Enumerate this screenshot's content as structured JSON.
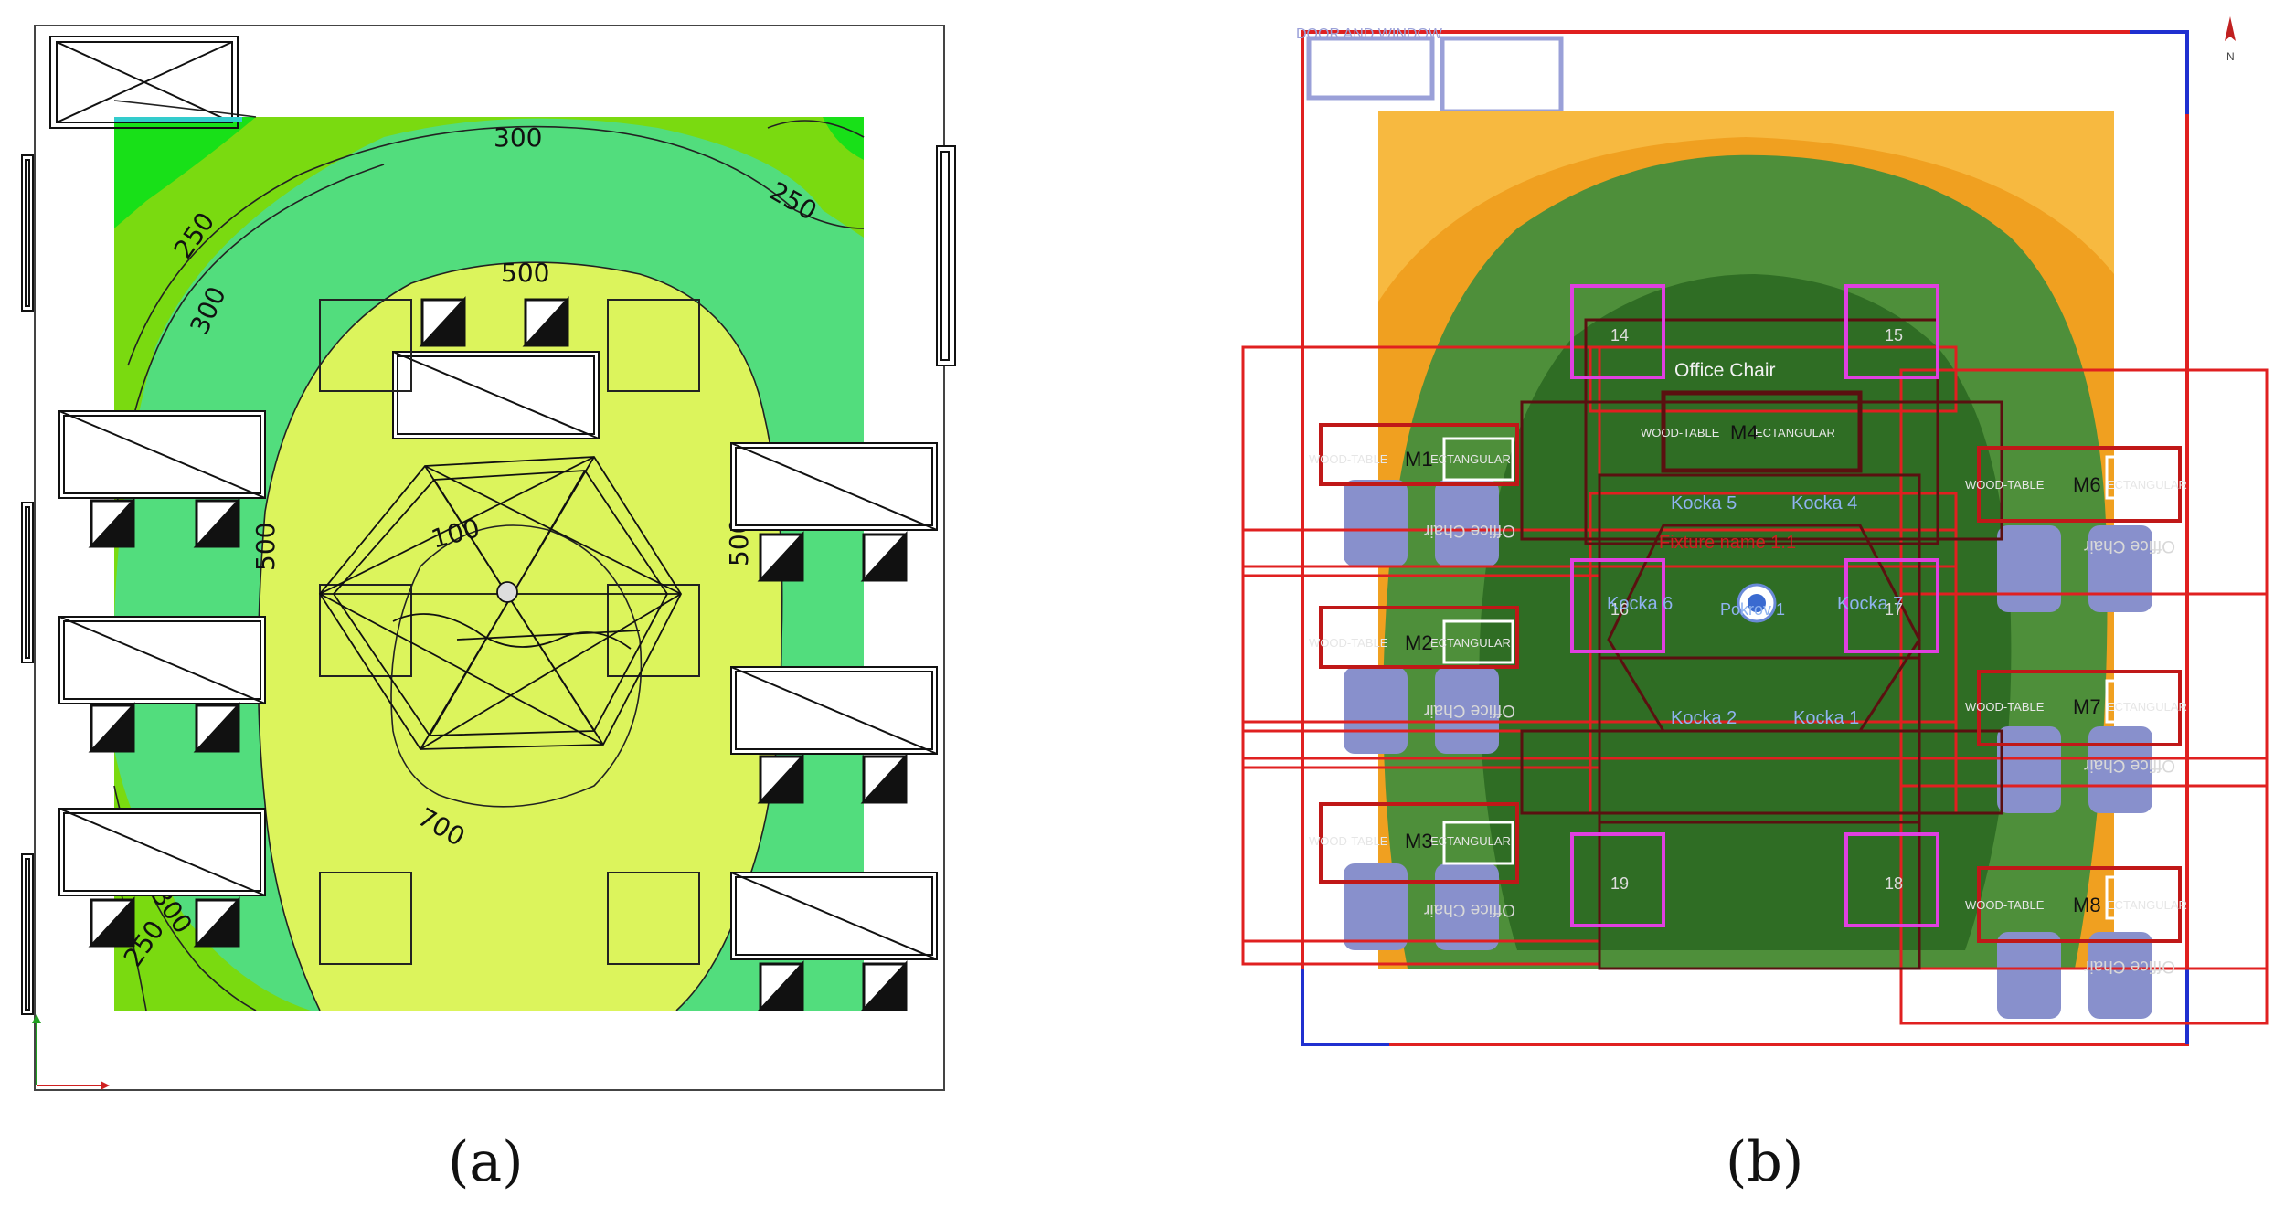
{
  "panel_a": {
    "caption": "(a)",
    "isolines": [
      "300",
      "250",
      "250",
      "300",
      "500",
      "500",
      "100",
      "700",
      "500",
      "300",
      "250"
    ]
  },
  "panel_b": {
    "caption": "(b)",
    "table_labels": [
      "M1",
      "M2",
      "M3",
      "M4",
      "M6",
      "M7",
      "M8"
    ],
    "wood_table_text": "WOOD-TABLE",
    "rectangular_text": "ECTANGULAR",
    "office_chair_text": "Office Chair",
    "chair_mirror_text": "Office Chair",
    "sensor_numbers": [
      "14",
      "15",
      "16",
      "17",
      "18",
      "19"
    ],
    "kocka_labels": [
      "Kocka 5",
      "Kocka 4",
      "Kocka 6",
      "Kocka 7",
      "Kocka 2",
      "Kocka 1"
    ],
    "fixture_label": "Pokrov 1",
    "red_label": "Fixture name 1.1",
    "north_label": "N",
    "top_label": "DOOR AND WINDOW"
  },
  "colors": {
    "a_green_bright": "#18e018",
    "a_green_light": "#7ada10",
    "a_green_mid": "#52dd7d",
    "a_yellow": "#dcf45c",
    "b_orange": "#f0a020",
    "b_orange_light": "#f7b940",
    "b_green": "#4e8f3a",
    "b_green_dark": "#2f6d24",
    "b_red": "#e02020",
    "b_magenta": "#e040e0",
    "b_maroon": "#5a1010",
    "b_blue": "#2030d0",
    "b_chair": "#8890cc"
  }
}
